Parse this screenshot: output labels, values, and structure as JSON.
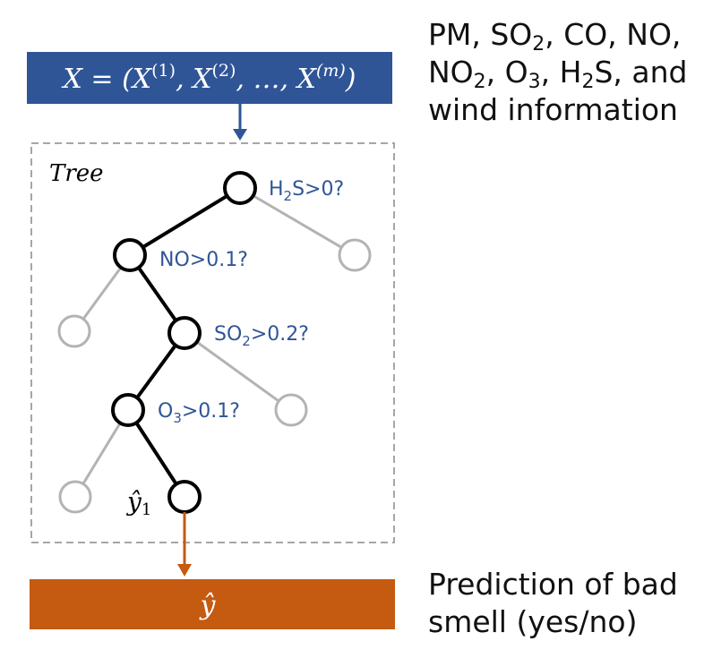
{
  "input_box": {
    "label": "X = (X(1), X(2), …, X(m))",
    "color": "#2f5597"
  },
  "input_description": {
    "line1_parts": [
      "PM, SO",
      "2",
      ", CO, NO,"
    ],
    "line2_parts": [
      "NO",
      "2",
      ", O",
      "3",
      ", H",
      "2",
      "S, and"
    ],
    "line3": "wind information"
  },
  "tree_box": {
    "label": "Tree"
  },
  "conditions": {
    "h2s": {
      "a": "H",
      "sub": "2",
      "b": "S>0?"
    },
    "no": {
      "text": "NO>0.1?"
    },
    "so2": {
      "a": "SO",
      "sub": "2",
      "b": ">0.2?"
    },
    "o3": {
      "a": "O",
      "sub": "3",
      "b": ">0.1?"
    }
  },
  "leaf_label": {
    "base": "ŷ",
    "sub": "1"
  },
  "output_box": {
    "label": "ŷ",
    "color": "#c55a11"
  },
  "output_description": {
    "line1": "Prediction of bad",
    "line2": "smell (yes/no)"
  },
  "colors": {
    "active_path": "#000000",
    "inactive_path": "#b3b3b3",
    "input_arrow": "#2f5597",
    "output_arrow": "#c55a11",
    "condition_text": "#2f5597"
  }
}
